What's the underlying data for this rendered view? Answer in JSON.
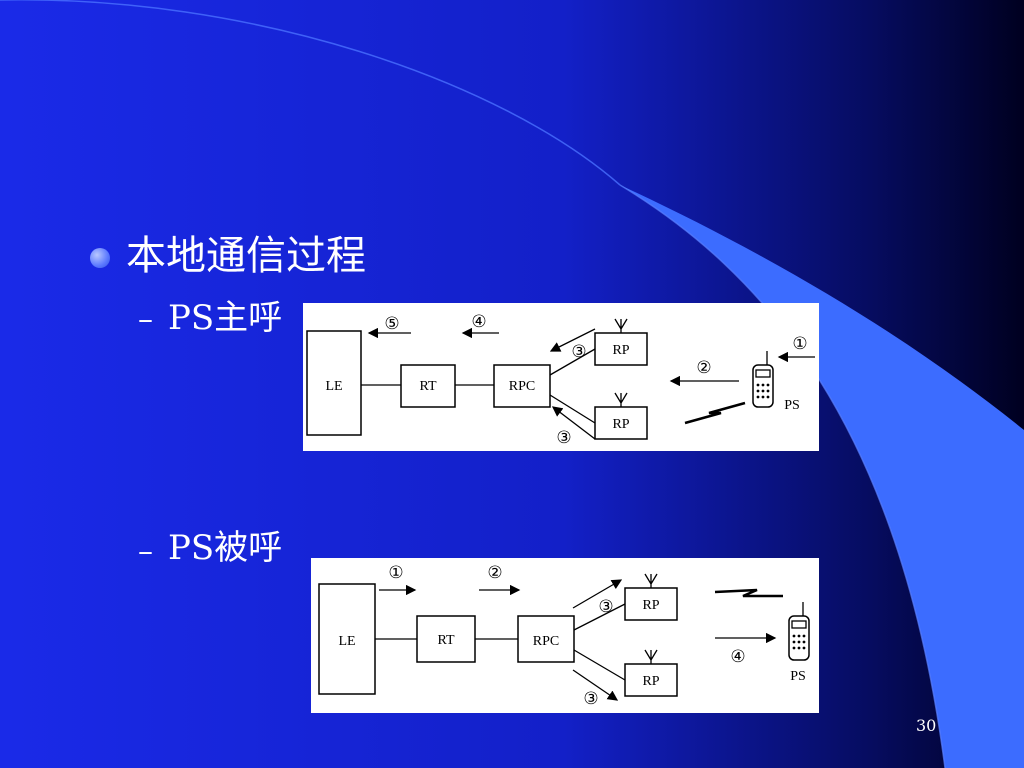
{
  "slide": {
    "bullet_title": "本地通信过程",
    "page_number": "30"
  },
  "section_caller": {
    "label": "PS主呼",
    "dash": "–",
    "diagram": {
      "boxes": {
        "le": "LE",
        "rt": "RT",
        "rpc": "RPC",
        "rp_top": "RP",
        "rp_bottom": "RP",
        "ps": "PS"
      },
      "steps": {
        "s1": "①",
        "s2": "②",
        "s3_top": "③",
        "s3_bottom": "③",
        "s4": "④",
        "s5": "⑤"
      }
    }
  },
  "section_callee": {
    "label": "PS被呼",
    "dash": "–",
    "diagram": {
      "boxes": {
        "le": "LE",
        "rt": "RT",
        "rpc": "RPC",
        "rp_top": "RP",
        "rp_bottom": "RP",
        "ps": "PS"
      },
      "steps": {
        "s1": "①",
        "s2": "②",
        "s3_top": "③",
        "s3_bottom": "③",
        "s4": "④"
      }
    }
  },
  "colors": {
    "background_dark": "#000033",
    "background_blue": "#1c28e6",
    "accent_swoosh": "#3c6cff",
    "text": "#ffffff"
  }
}
